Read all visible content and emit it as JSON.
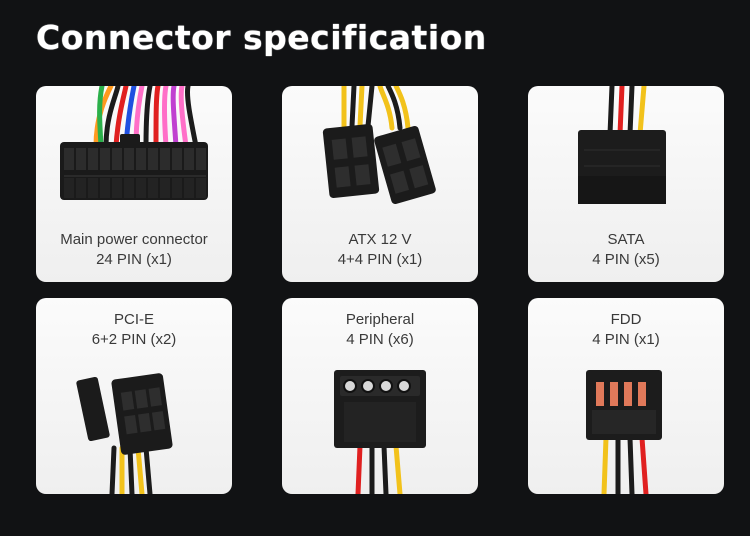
{
  "title": "Connector specification",
  "cards": [
    {
      "name": "Main power connector",
      "pins": "24 PIN (x1)",
      "icon": "atx-24pin-connector-icon"
    },
    {
      "name": "ATX 12 V",
      "pins": "4+4 PIN (x1)",
      "icon": "eps-4plus4-connector-icon"
    },
    {
      "name": "SATA",
      "pins": "4 PIN (x5)",
      "icon": "sata-connector-icon"
    },
    {
      "name": "PCI-E",
      "pins": "6+2 PIN (x2)",
      "icon": "pcie-6plus2-connector-icon"
    },
    {
      "name": "Peripheral",
      "pins": "4 PIN (x6)",
      "icon": "molex-connector-icon"
    },
    {
      "name": "FDD",
      "pins": "4 PIN (x1)",
      "icon": "fdd-connector-icon"
    }
  ],
  "colors": {
    "background": "#111214",
    "card": "#f5f5f5",
    "text": "#3a3a3a"
  }
}
